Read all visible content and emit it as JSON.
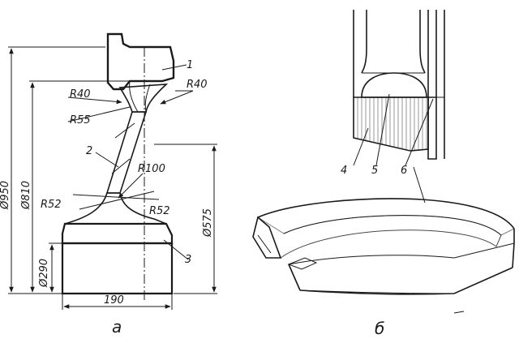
{
  "figure_a": {
    "caption": "а",
    "dimensions": {
      "d950": "Ø950",
      "d810": "Ø810",
      "d575": "Ø575",
      "d290": "Ø290",
      "w190": "190"
    },
    "radii": {
      "r40_left": "R40",
      "r40_right": "R40",
      "r55": "R55",
      "r100": "R100",
      "r52_left": "R52",
      "r52_right": "R52"
    },
    "parts": {
      "p1": "1",
      "p2": "2",
      "p3": "3"
    }
  },
  "figure_b": {
    "caption": "б",
    "parts": {
      "p4": "4",
      "p5": "5",
      "p6": "6"
    }
  }
}
